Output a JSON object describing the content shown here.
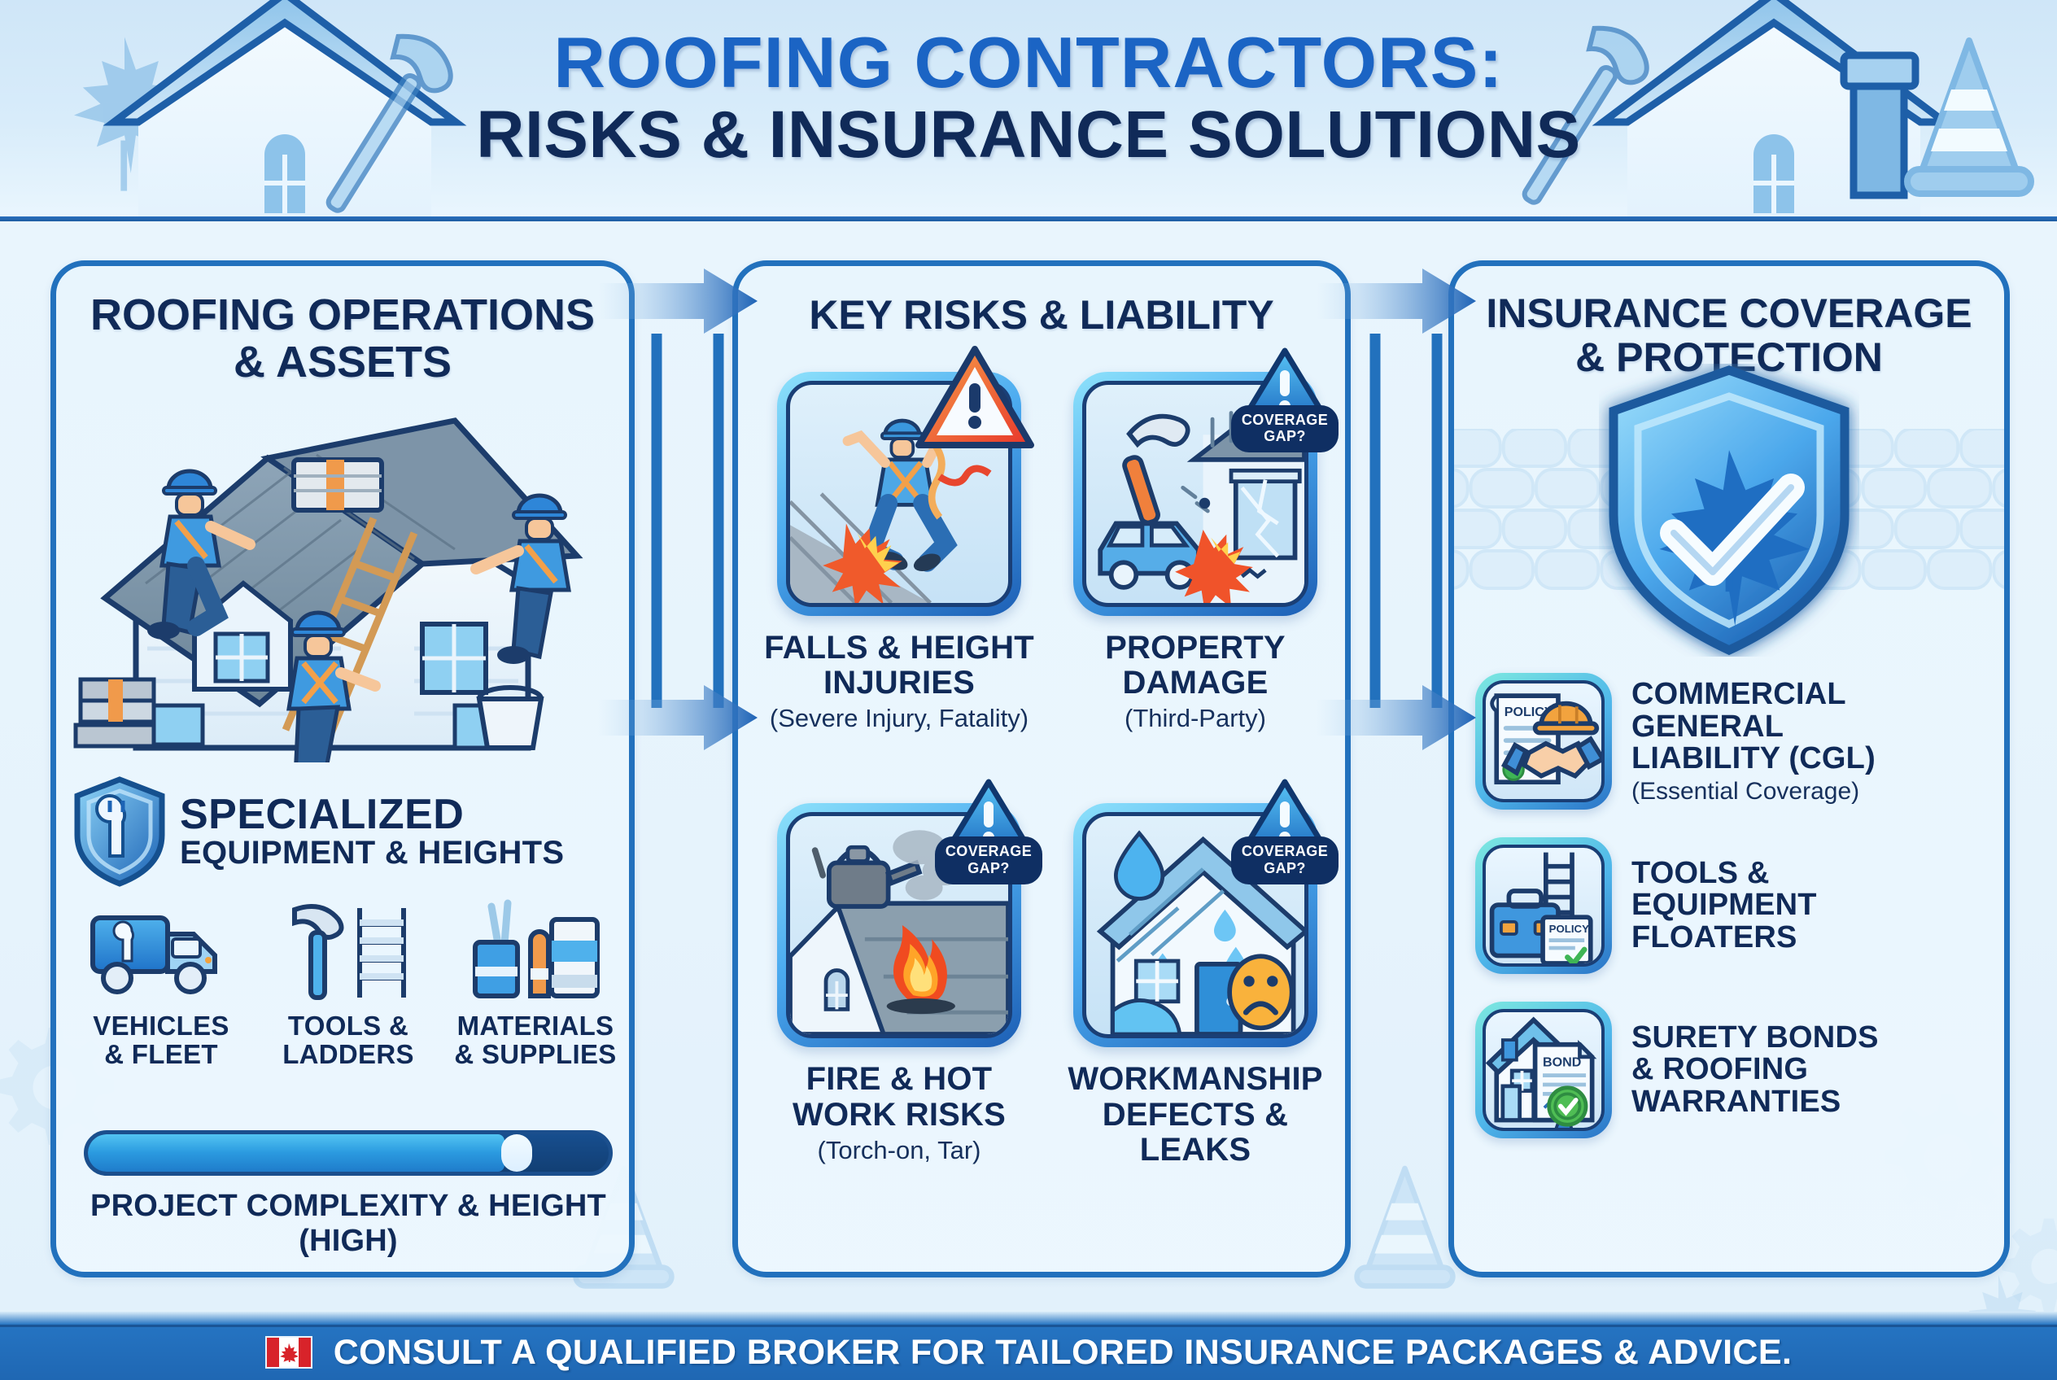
{
  "header": {
    "title_line1": "ROOFING CONTRACTORS:",
    "title_line2": "RISKS & INSURANCE SOLUTIONS",
    "decorations": [
      "maple-leaf-icon",
      "house-roof-icon",
      "hammer-icon",
      "chimney-icon",
      "traffic-cone-icon"
    ],
    "colors": {
      "title1": "#1b64c4",
      "title2": "#102a58",
      "band": "#2a6fbe"
    }
  },
  "panels": {
    "left": {
      "title": "ROOFING OPERATIONS\n& ASSETS",
      "title_l1": "ROOFING OPERATIONS",
      "title_l2": "& ASSETS",
      "scene_icon": "roofers-on-house-icon",
      "specialized": {
        "icon": "shield-wrench-icon",
        "line1": "SPECIALIZED",
        "line2": "EQUIPMENT & HEIGHTS"
      },
      "assets": [
        {
          "icon": "truck-wrench-icon",
          "label_l1": "VEHICLES",
          "label_l2": "& FLEET"
        },
        {
          "icon": "hammer-ladder-icon",
          "label_l1": "TOOLS &",
          "label_l2": "LADDERS"
        },
        {
          "icon": "materials-supplies-icon",
          "label_l1": "MATERIALS",
          "label_l2": "& SUPPLIES"
        }
      ],
      "meter": {
        "label": "PROJECT COMPLEXITY & HEIGHT (HIGH)",
        "percent": 80,
        "fill_color": "#2b9be0",
        "track_color": "#174e8e"
      }
    },
    "middle": {
      "title": "KEY RISKS & LIABILITY",
      "risks": [
        {
          "icon": "falling-worker-icon",
          "badge": "warning-triangle-icon",
          "badge_text": "",
          "title_l1": "FALLS & HEIGHT",
          "title_l2": "INJURIES",
          "sub": "(Severe Injury, Fatality)"
        },
        {
          "icon": "hammer-hitting-car-window-icon",
          "badge": "coverage-gap-badge",
          "badge_text": "COVERAGE GAP?",
          "badge_l1": "COVERAGE",
          "badge_l2": "GAP?",
          "title_l1": "PROPERTY",
          "title_l2": "DAMAGE",
          "sub": "(Third-Party)"
        },
        {
          "icon": "roof-fire-torch-icon",
          "badge": "coverage-gap-badge",
          "badge_text": "COVERAGE GAP?",
          "badge_l1": "COVERAGE",
          "badge_l2": "GAP?",
          "title_l1": "FIRE & HOT",
          "title_l2": "WORK RISKS",
          "sub": "(Torch-on, Tar)"
        },
        {
          "icon": "leaking-house-sad-face-icon",
          "badge": "coverage-gap-badge",
          "badge_text": "COVERAGE GAP?",
          "badge_l1": "COVERAGE",
          "badge_l2": "GAP?",
          "title_l1": "WORKMANSHIP",
          "title_l2": "DEFECTS &",
          "title_l3": "LEAKS",
          "sub": ""
        }
      ]
    },
    "right": {
      "title_l1": "INSURANCE COVERAGE",
      "title_l2": "& PROTECTION",
      "hero_icon": "shield-maple-leaf-check-icon",
      "background_icon": "shingle-pattern",
      "coverages": [
        {
          "icon": "policy-helmet-handshake-icon",
          "icon_text": "POLICY",
          "title_l1": "COMMERCIAL",
          "title_l2": "GENERAL",
          "title_l3": "LIABILITY (CGL)",
          "sub": "(Essential Coverage)"
        },
        {
          "icon": "toolbox-ladder-policy-icon",
          "icon_text": "POLICY",
          "title_l1": "TOOLS &",
          "title_l2": "EQUIPMENT",
          "title_l3": "FLOATERS",
          "sub": ""
        },
        {
          "icon": "house-bond-certificate-icon",
          "icon_text": "BOND",
          "title_l1": "SURETY BONDS",
          "title_l2": "& ROOFING",
          "title_l3": "WARRANTIES",
          "sub": ""
        }
      ]
    }
  },
  "flow_arrows": [
    {
      "name": "arrow-left-to-middle-top",
      "direction": "right"
    },
    {
      "name": "arrow-left-to-middle-bottom",
      "direction": "right"
    },
    {
      "name": "arrow-middle-to-right-top",
      "direction": "right"
    },
    {
      "name": "arrow-middle-to-right-bottom",
      "direction": "right"
    }
  ],
  "footer": {
    "flag_icon": "canada-flag-icon",
    "text": "CONSULT A QUALIFIED BROKER FOR TAILORED INSURANCE PACKAGES & ADVICE.",
    "bg_color": "#2574c2"
  }
}
